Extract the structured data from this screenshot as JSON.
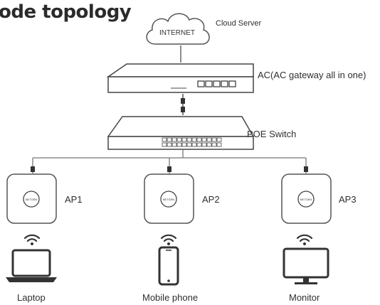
{
  "title": "ode topology",
  "cloud": {
    "text": "INTERNET",
    "label": "Cloud Server"
  },
  "ac": {
    "label": "AC(AC gateway all in one)"
  },
  "poe": {
    "label": "POE Switch"
  },
  "aps": [
    {
      "label": "AP1",
      "badge": "NETGEN"
    },
    {
      "label": "AP2",
      "badge": "NETGEN"
    },
    {
      "label": "AP3",
      "badge": "NETGEN"
    }
  ],
  "clients": [
    {
      "label": "Laptop"
    },
    {
      "label": "Mobile phone"
    },
    {
      "label": "Monitor"
    }
  ]
}
